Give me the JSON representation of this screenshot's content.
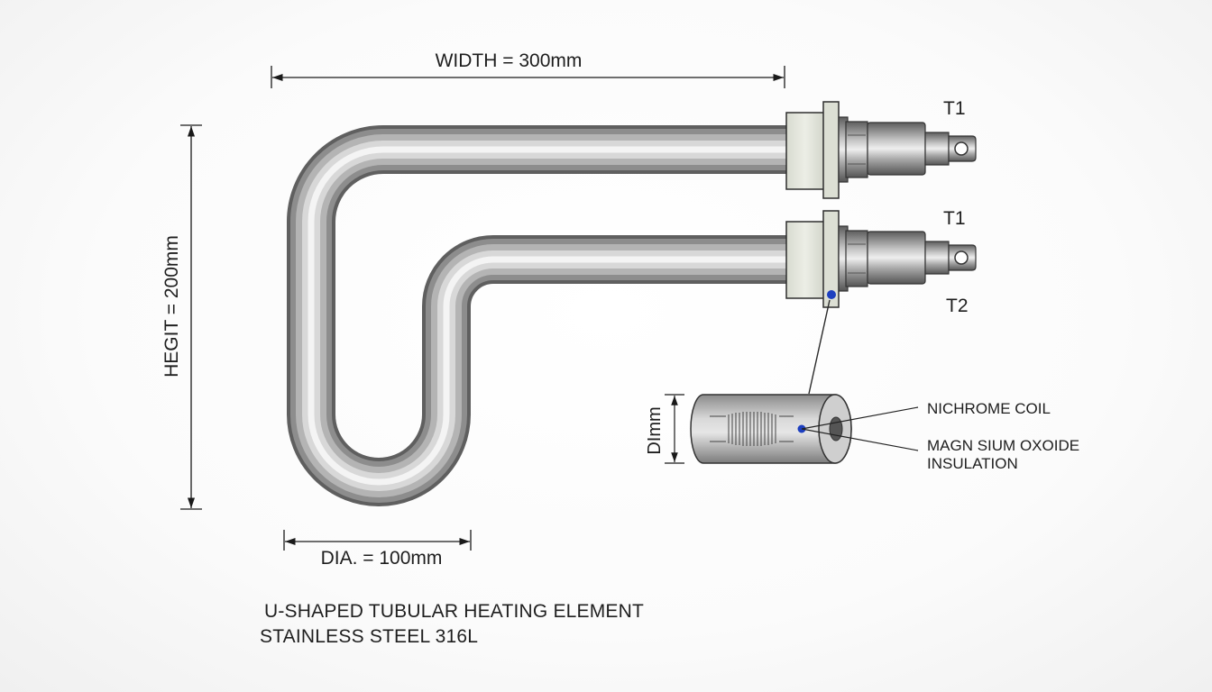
{
  "dimensions": {
    "width": "WIDTH = 300mm",
    "height": "HEGIT = 200mm",
    "diameter": "DIA. = 100mm",
    "cross_section_dim": "DImm"
  },
  "terminals": {
    "top": "T1",
    "middle": "T1",
    "bottom": "T2"
  },
  "callouts": {
    "coil": "NICHROME COIL",
    "insulation_line1": "MAGN SIUM OXOIDE",
    "insulation_line2": "INSULATION"
  },
  "caption": {
    "line1": "U-SHAPED TUBULAR HEATING ELEMENT",
    "line2": "STAINLESS STEEL 316L"
  },
  "colors": {
    "tube_dark": "#6e6e6e",
    "tube_light": "#f2f2f2",
    "flange": "#e4e6dc",
    "marker_blue": "#1d3fbf"
  }
}
